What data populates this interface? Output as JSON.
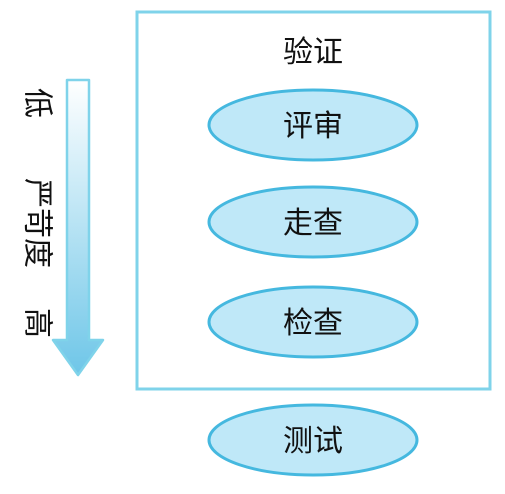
{
  "box_title": "验证",
  "inner_ovals": [
    {
      "label": "评审"
    },
    {
      "label": "走查"
    },
    {
      "label": "检查"
    }
  ],
  "outer_oval": {
    "label": "测试"
  },
  "axis": {
    "low_label": "低",
    "middle_label": "严苛度",
    "high_label": "高",
    "direction": "down"
  },
  "colors": {
    "box_border": "#7fd3ea",
    "oval_fill": "#bfe8f8",
    "oval_stroke": "#45b8df",
    "arrow_fill_top": "#ffffff",
    "arrow_fill_bottom": "#6ec6e8",
    "text": "#111111"
  }
}
